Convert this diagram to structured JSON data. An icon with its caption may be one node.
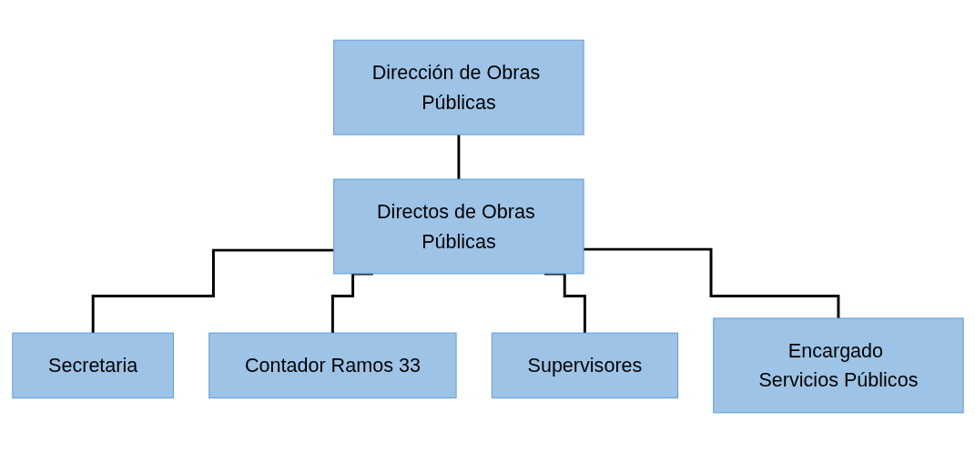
{
  "diagram": {
    "nodes": [
      {
        "text": [
          "Dirección de Obras Públicas"
        ]
      },
      {
        "text": [
          "Directos de Obras Públicas"
        ]
      },
      {
        "text": [
          "Secretaria"
        ]
      },
      {
        "text": [
          "Contador Ramos 33"
        ]
      },
      {
        "text": [
          "Supervisores"
        ]
      },
      {
        "text": [
          "Encargado Servicios Públicos"
        ]
      }
    ],
    "edges": [
      {
        "from": 0,
        "to": 1,
        "arrow": "none"
      },
      {
        "from": 1,
        "to": 2,
        "arrow": "none"
      },
      {
        "from": 1,
        "to": 3,
        "arrow": "none"
      },
      {
        "from": 1,
        "to": 4,
        "arrow": "none"
      },
      {
        "from": 1,
        "to": 5,
        "arrow": "none"
      }
    ]
  }
}
